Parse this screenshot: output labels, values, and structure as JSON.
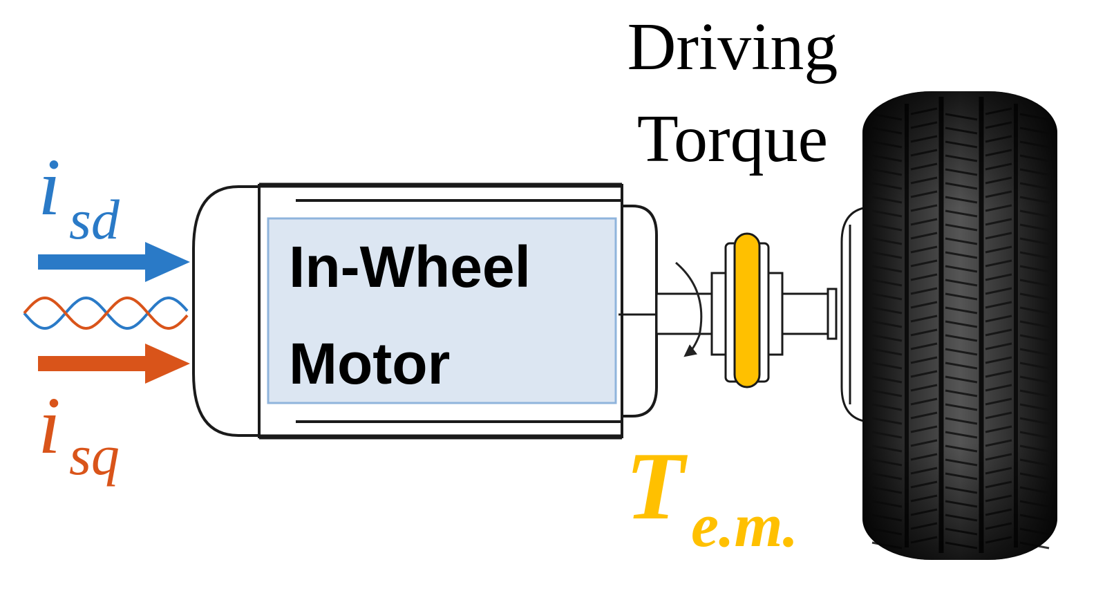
{
  "inputs": {
    "d_current": {
      "symbol": "i",
      "subscript": "sd",
      "color": "#2A7AC7"
    },
    "q_current": {
      "symbol": "i",
      "subscript": "sq",
      "color": "#D9541A"
    }
  },
  "motor": {
    "label_line1": "In-Wheel",
    "label_line2": "Motor",
    "panel_fill": "#DCE6F2",
    "panel_border": "#8FB4DC"
  },
  "torque": {
    "caption_line1": "Driving",
    "caption_line2": "Torque",
    "symbol": "T",
    "subscript": "e.m.",
    "color": "#FFC000"
  },
  "icons": {
    "rotation": "rotation-arrow-icon",
    "coupling": "coupling-icon",
    "wheel": "tire-icon"
  }
}
